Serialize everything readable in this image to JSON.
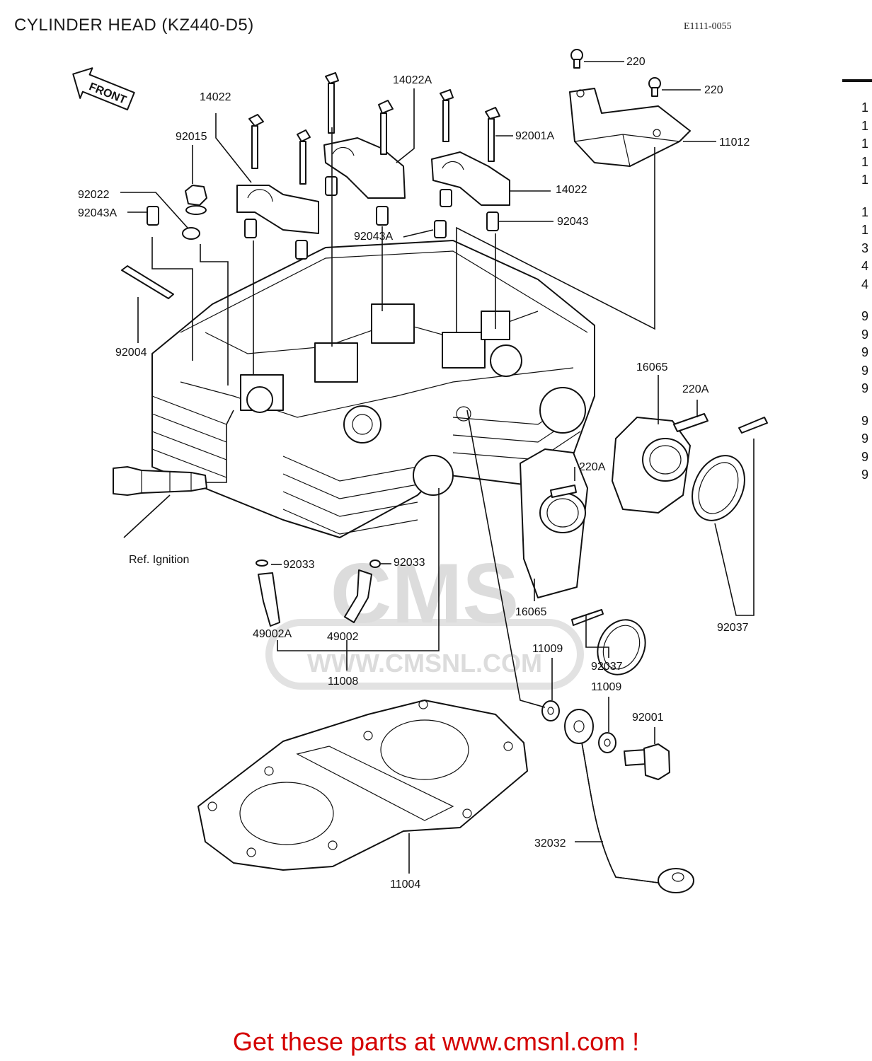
{
  "header": {
    "title": "CYLINDER HEAD (KZ440-D5)",
    "drawing_code": "E1111-0055"
  },
  "front_arrow_label": "FRONT",
  "callouts": {
    "c220_a": "220",
    "c220_b": "220",
    "c11012": "11012",
    "c14022a": "14022A",
    "c14022_left": "14022",
    "c14022_right": "14022",
    "c92001a": "92001A",
    "c92015": "92015",
    "c92022": "92022",
    "c92043a_left": "92043A",
    "c92043a_mid": "92043A",
    "c92043": "92043",
    "c92004": "92004",
    "c16065_top": "16065",
    "c220a_top": "220A",
    "c220a_mid": "220A",
    "ref_ignition": "Ref. Ignition",
    "c92033_left": "92033",
    "c92033_right": "92033",
    "c49002a": "49002A",
    "c49002": "49002",
    "c11008": "11008",
    "c16065_bottom": "16065",
    "c92037_right": "92037",
    "c92037_mid": "92037",
    "c11009_upper": "11009",
    "c11009_lower": "11009",
    "c92001": "92001",
    "c32032": "32032",
    "c11004": "11004"
  },
  "watermark": {
    "brand": "CMS",
    "url": "WWW.CMSNL.COM"
  },
  "side_column_digits": [
    "1",
    "1",
    "1",
    "1",
    "1",
    "1",
    "1",
    "3",
    "4",
    "4",
    "9",
    "9",
    "9",
    "9",
    "9",
    "9",
    "9",
    "9",
    "9"
  ],
  "footer": {
    "cta": "Get these parts at www.cmsnl.com !"
  },
  "colors": {
    "footer_text": "#d40000",
    "line_art": "#111111",
    "watermark": "#dcdcdc"
  }
}
